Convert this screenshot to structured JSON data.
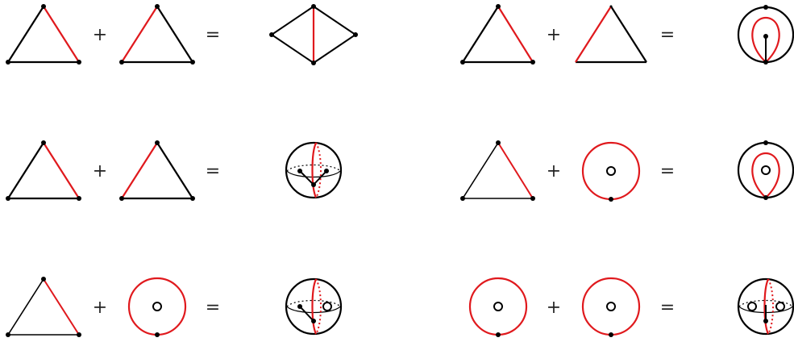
{
  "colors": {
    "ink": "#000000",
    "glue": "#e0191d",
    "background": "#ffffff"
  },
  "operators": {
    "plus": "+",
    "equals": "="
  },
  "equations": [
    {
      "left": "triangle-red-right-edge",
      "right": "triangle-red-left-edge",
      "result": "rhombus-glued-diagonal"
    },
    {
      "left": "triangle-red-right-edge",
      "right": "triangle-red-left-edge",
      "result": "disk-with-loop"
    },
    {
      "left": "triangle-red-right-edge",
      "right": "triangle-red-left-edge",
      "result": "sphere-with-tree"
    },
    {
      "left": "triangle-red-right-edge",
      "right": "circle-with-hole",
      "result": "disk-with-loop-and-hole"
    },
    {
      "left": "triangle-red-right-edge",
      "right": "circle-with-hole",
      "result": "sphere-with-tree-and-hole"
    },
    {
      "left": "circle-with-hole",
      "right": "circle-with-hole",
      "result": "sphere-with-two-holes"
    }
  ]
}
